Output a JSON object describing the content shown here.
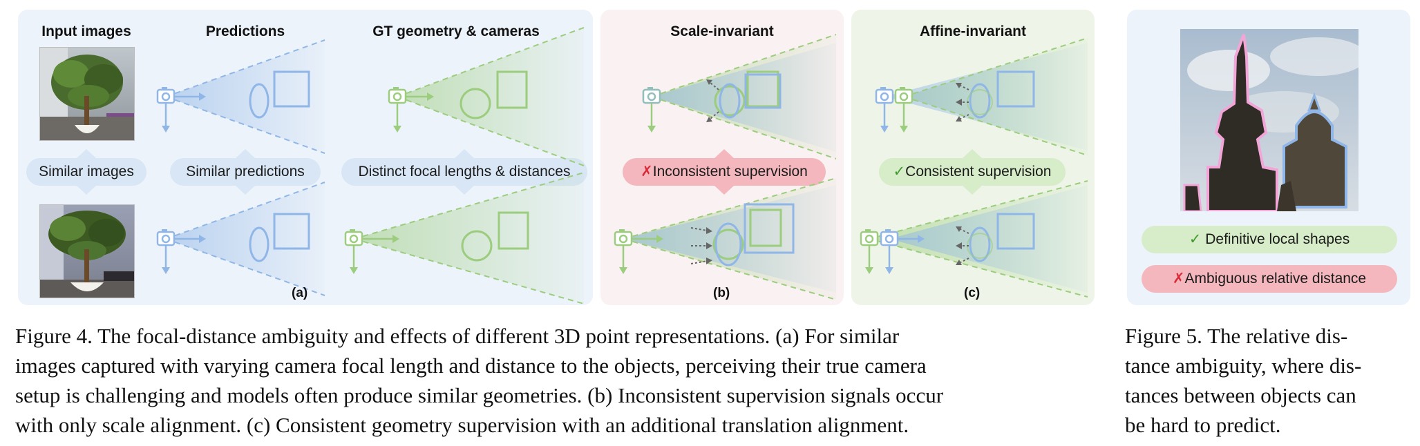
{
  "figure4": {
    "headings": {
      "input_images": "Input images",
      "predictions": "Predictions",
      "gt_geometry": "GT geometry & cameras",
      "scale_invariant": "Scale-invariant",
      "affine_invariant": "Affine-invariant"
    },
    "pills": {
      "similar_images": "Similar images",
      "similar_predictions": "Similar predictions",
      "distinct_focal": "Distinct focal lengths & distances",
      "inconsistent": {
        "mark": "✗",
        "text": "Inconsistent supervision"
      },
      "consistent": {
        "mark": "✓",
        "text": "Consistent supervision"
      }
    },
    "sublabels": {
      "a": "(a)",
      "b": "(b)",
      "c": "(c)"
    },
    "caption": [
      "Figure 4.  The focal-distance ambiguity and effects of different 3D point representations.  (a) For similar",
      "images captured with varying camera focal length and distance to the objects, perceiving their true camera",
      "setup is challenging and models often produce similar geometries. (b) Inconsistent supervision signals occur",
      "with only scale alignment. (c) Consistent geometry supervision with an additional translation alignment."
    ]
  },
  "figure5": {
    "pills": {
      "definitive": {
        "mark": "✓",
        "text": "Definitive local shapes"
      },
      "ambiguous": {
        "mark": "✗",
        "text": "Ambiguous relative distance"
      }
    },
    "caption": [
      "Figure 5.  The relative dis-",
      "tance ambiguity, where dis-",
      "tances between objects can",
      "be hard to predict."
    ]
  },
  "colors": {
    "blue": "#8fb6e6",
    "green": "#9ccc7e",
    "red_pill": "#f3b7bd",
    "blue_pill": "#d8e6f5",
    "green_pill": "#d7ecc8",
    "panel_a": "#edf3fa",
    "panel_b": "#faf1f2",
    "panel_c": "#eef5e8"
  }
}
